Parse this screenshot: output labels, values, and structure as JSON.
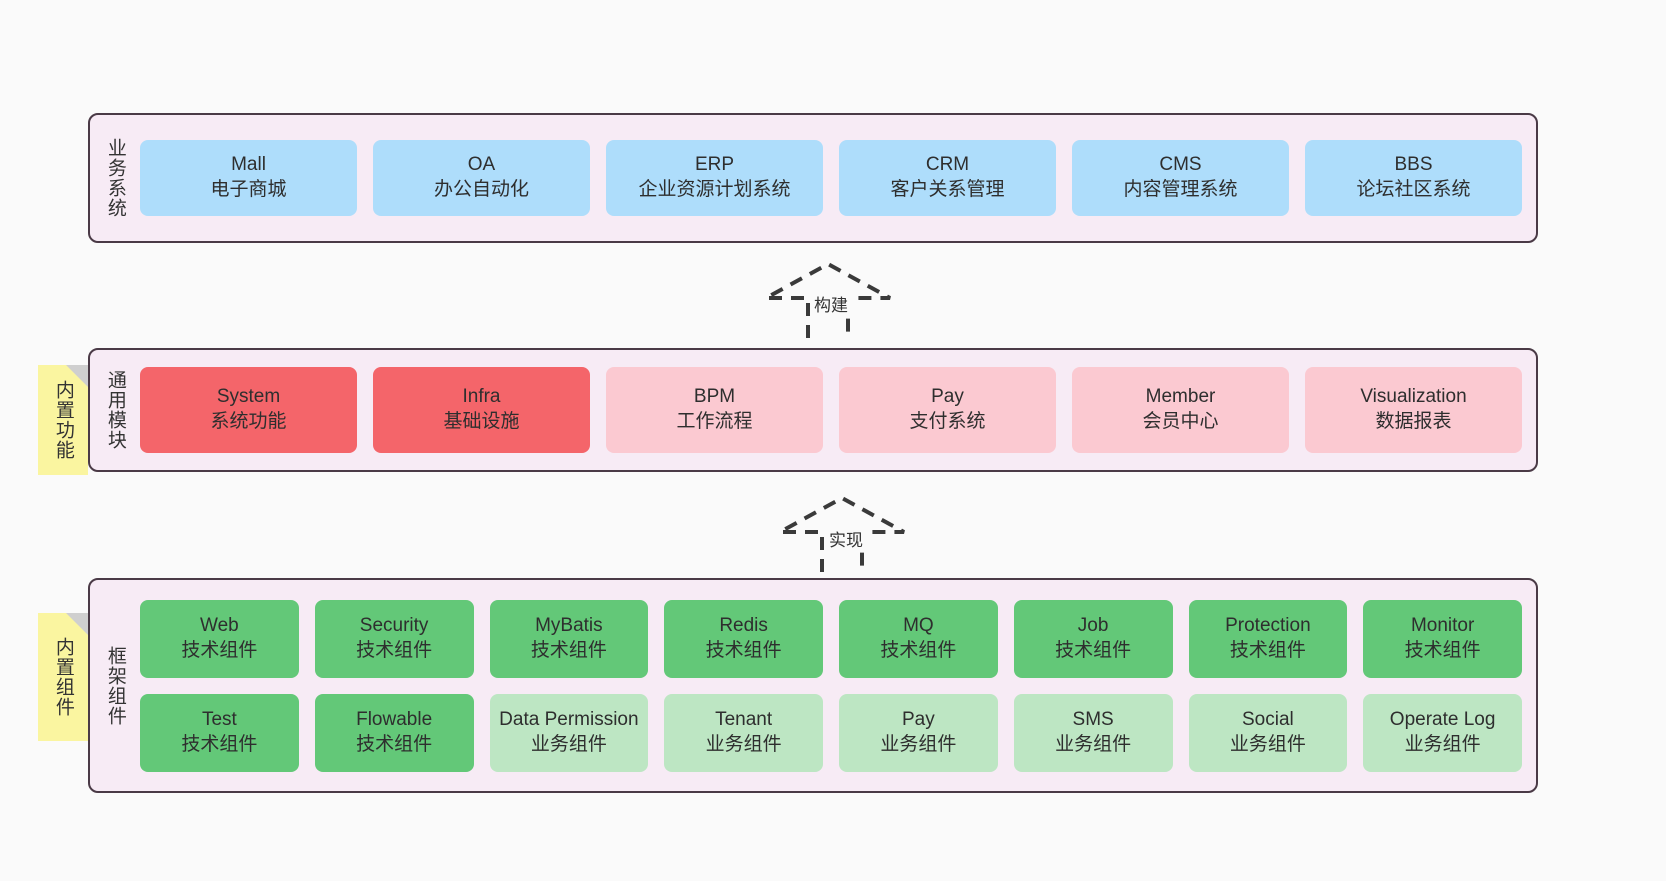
{
  "theme": {
    "background": "#FAFAFA",
    "panel_fill": "#F7EBF5",
    "panel_border": "#4A3A46",
    "blue": "#AEDDFB",
    "red": "#F4656A",
    "pink": "#FBC9D1",
    "green": "#63C878",
    "light_green": "#BDE6C3",
    "note_yellow": "#FAF5A0",
    "note_fold": "#CFCFCF"
  },
  "layers": {
    "business": {
      "title": "业务系统",
      "items": [
        {
          "name": "Mall",
          "desc": "电子商城"
        },
        {
          "name": "OA",
          "desc": "办公自动化"
        },
        {
          "name": "ERP",
          "desc": "企业资源计划系统"
        },
        {
          "name": "CRM",
          "desc": "客户关系管理"
        },
        {
          "name": "CMS",
          "desc": "内容管理系统"
        },
        {
          "name": "BBS",
          "desc": "论坛社区系统"
        }
      ]
    },
    "common": {
      "title": "通用模块",
      "note": "内置功能",
      "items": [
        {
          "name": "System",
          "desc": "系统功能",
          "style": "red"
        },
        {
          "name": "Infra",
          "desc": "基础设施",
          "style": "red"
        },
        {
          "name": "BPM",
          "desc": "工作流程",
          "style": "pink"
        },
        {
          "name": "Pay",
          "desc": "支付系统",
          "style": "pink"
        },
        {
          "name": "Member",
          "desc": "会员中心",
          "style": "pink"
        },
        {
          "name": "Visualization",
          "desc": "数据报表",
          "style": "pink"
        }
      ]
    },
    "framework": {
      "title": "框架组件",
      "note": "内置组件",
      "row1": [
        {
          "name": "Web",
          "desc": "技术组件",
          "style": "green"
        },
        {
          "name": "Security",
          "desc": "技术组件",
          "style": "green"
        },
        {
          "name": "MyBatis",
          "desc": "技术组件",
          "style": "green"
        },
        {
          "name": "Redis",
          "desc": "技术组件",
          "style": "green"
        },
        {
          "name": "MQ",
          "desc": "技术组件",
          "style": "green"
        },
        {
          "name": "Job",
          "desc": "技术组件",
          "style": "green"
        },
        {
          "name": "Protection",
          "desc": "技术组件",
          "style": "green"
        },
        {
          "name": "Monitor",
          "desc": "技术组件",
          "style": "green"
        }
      ],
      "row2": [
        {
          "name": "Test",
          "desc": "技术组件",
          "style": "green"
        },
        {
          "name": "Flowable",
          "desc": "技术组件",
          "style": "green"
        },
        {
          "name": "Data Permission",
          "desc": "业务组件",
          "style": "lgreen"
        },
        {
          "name": "Tenant",
          "desc": "业务组件",
          "style": "lgreen"
        },
        {
          "name": "Pay",
          "desc": "业务组件",
          "style": "lgreen"
        },
        {
          "name": "SMS",
          "desc": "业务组件",
          "style": "lgreen"
        },
        {
          "name": "Social",
          "desc": "业务组件",
          "style": "lgreen"
        },
        {
          "name": "Operate Log",
          "desc": "业务组件",
          "style": "lgreen"
        }
      ]
    }
  },
  "connectors": [
    {
      "label": "构建"
    },
    {
      "label": "实现"
    }
  ]
}
